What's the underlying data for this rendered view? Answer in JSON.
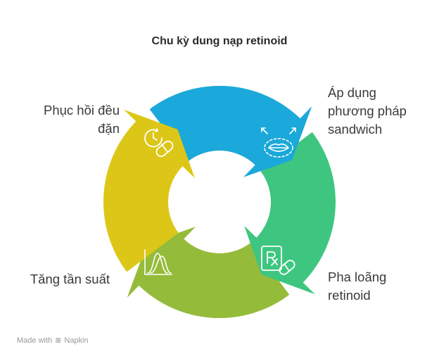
{
  "title": "Chu kỳ dung nạp retinoid",
  "steps": [
    {
      "label_lines": [
        "Phục hồi đều",
        "đặn"
      ],
      "color": "#dcc718",
      "icon": "clock-pill-icon"
    },
    {
      "label_lines": [
        "Áp dụng",
        "phương pháp",
        "sandwich"
      ],
      "color": "#1ba8da",
      "icon": "lips-icon"
    },
    {
      "label_lines": [
        "Pha loãng",
        "retinoid"
      ],
      "color": "#3ec680",
      "icon": "prescription-icon"
    },
    {
      "label_lines": [
        "Tăng tần suất"
      ],
      "color": "#95bb3a",
      "icon": "distribution-chart-icon"
    }
  ],
  "footer": {
    "made_with": "Made with",
    "brand": "Napkin"
  }
}
